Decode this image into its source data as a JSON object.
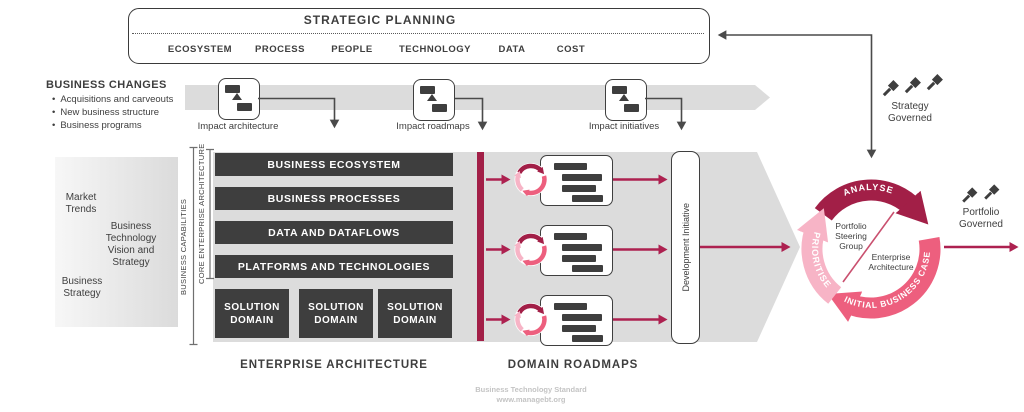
{
  "strategic_planning": {
    "title": "STRATEGIC PLANNING",
    "items": [
      "ECOSYSTEM",
      "PROCESS",
      "PEOPLE",
      "TECHNOLOGY",
      "DATA",
      "COST"
    ]
  },
  "business_changes": {
    "title": "BUSINESS CHANGES",
    "bullets": [
      "Acquisitions and carveouts",
      "New business structure",
      "Business programs"
    ]
  },
  "impacts": [
    {
      "label": "Impact architecture"
    },
    {
      "label": "Impact roadmaps"
    },
    {
      "label": "Impact initiatives"
    }
  ],
  "strategy_inputs": {
    "market_trends": "Market Trends",
    "vision": "Business Technology Vision and Strategy",
    "business_strategy": "Business Strategy"
  },
  "capabilities": {
    "business_capabilities": "BUSINESS CAPABILITIES",
    "core_ea": "CORE ENTERPRISE ARCHITECTURE"
  },
  "architecture_layers": [
    "BUSINESS ECOSYSTEM",
    "BUSINESS PROCESSES",
    "DATA AND DATAFLOWS",
    "PLATFORMS AND TECHNOLOGIES"
  ],
  "solution_domains": [
    "SOLUTION DOMAIN",
    "SOLUTION DOMAIN",
    "SOLUTION DOMAIN"
  ],
  "development_initiative": "Development Initiative",
  "cycle": {
    "analyse": "ANALYSE",
    "initial_business_case": "INITIAL BUSINESS CASE",
    "prioritise": "PRIORITISE",
    "portfolio_steering_group": "Portfolio Steering Group",
    "enterprise_architecture": "Enterprise Architecture"
  },
  "governance": {
    "strategy_governed": "Strategy Governed",
    "portfolio_governed": "Portfolio Governed"
  },
  "section_labels": {
    "enterprise_architecture": "ENTERPRISE ARCHITECTURE",
    "domain_roadmaps": "DOMAIN ROADMAPS"
  },
  "footer": {
    "line1": "Business Technology Standard",
    "line2": "www.managebt.org"
  },
  "colors": {
    "dark": "#3e3e3e",
    "band_gray": "#dcdcdc",
    "dark_red": "#a21f47",
    "crimson": "#ad2150",
    "mid_pink": "#ed5f7e",
    "light_pink": "#f7b4c6"
  }
}
